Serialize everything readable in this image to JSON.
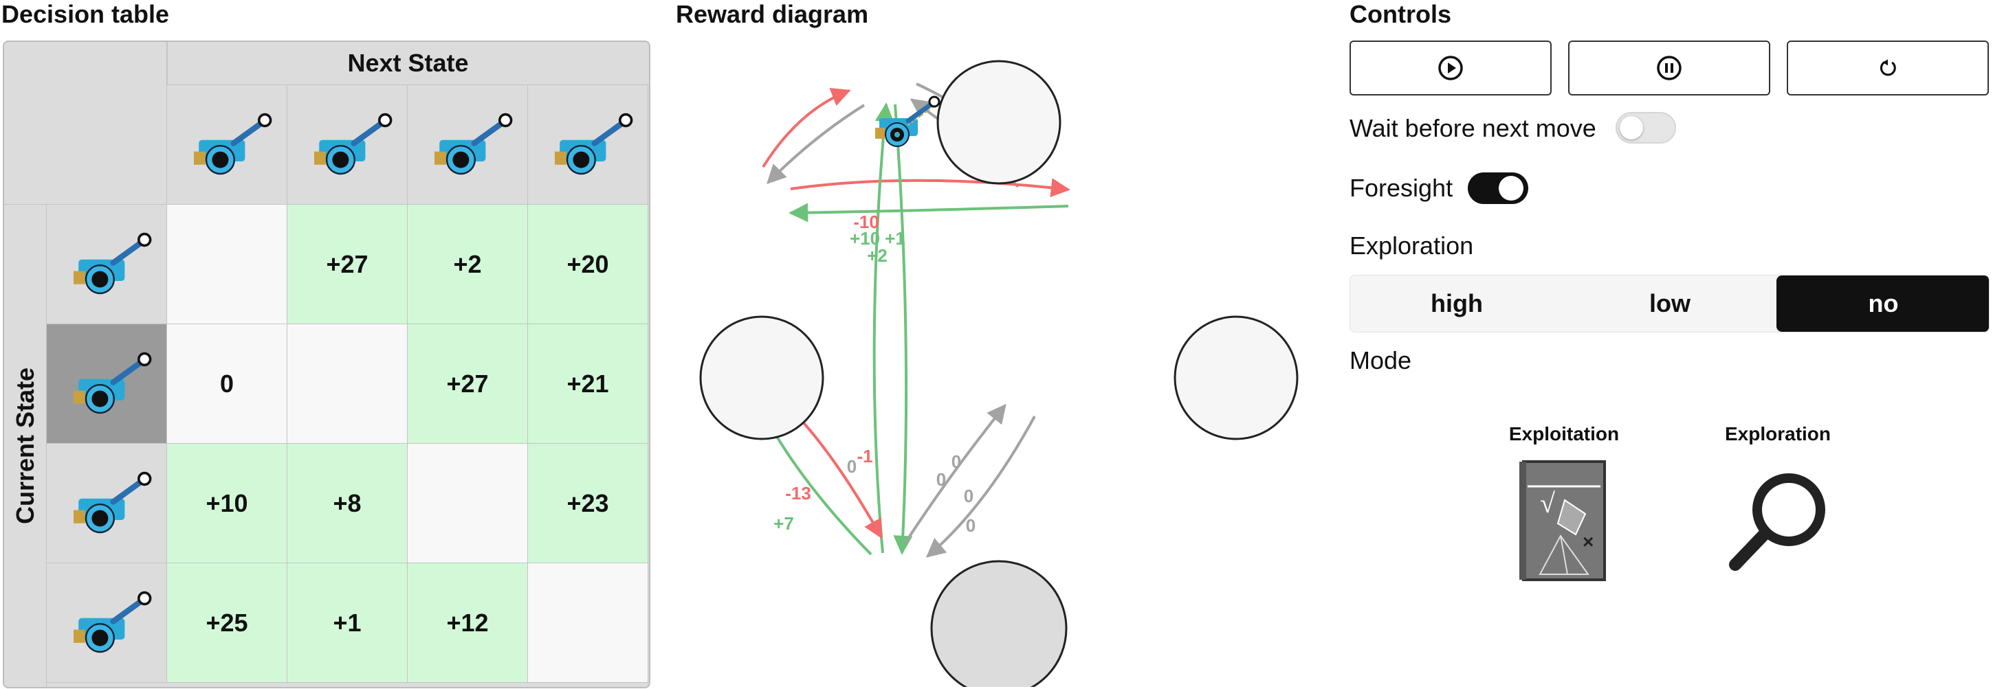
{
  "decision_table": {
    "title": "Decision table",
    "next_state_label": "Next State",
    "current_state_label": "Current State",
    "highlighted_row": 1,
    "rows": [
      [
        "",
        "+27",
        "+2",
        "+20"
      ],
      [
        "0",
        "",
        "+27",
        "+21"
      ],
      [
        "+10",
        "+8",
        "",
        "+23"
      ],
      [
        "+25",
        "+1",
        "+12",
        ""
      ]
    ]
  },
  "reward_diagram": {
    "title": "Reward diagram",
    "edge_labels": {
      "top_left_a": "-1",
      "top_left_b": "0",
      "top_right_a": "0",
      "top_right_b": "0",
      "left_right_a": "-10",
      "left_right_b": "+2",
      "top_bottom_a": "+10",
      "top_bottom_b": "+1",
      "left_bottom_a": "-13",
      "left_bottom_b": "+7",
      "bottom_right_a": "0",
      "bottom_right_b": "0"
    },
    "colors": {
      "positive": "#6cc27a",
      "negative": "#f36b6b",
      "neutral": "#a3a3a3"
    }
  },
  "controls": {
    "title": "Controls",
    "play_icon": "play-icon",
    "pause_icon": "pause-icon",
    "reset_icon": "reset-icon",
    "wait_label": "Wait before next move",
    "wait_on": false,
    "foresight_label": "Foresight",
    "foresight_on": true,
    "exploration_label": "Exploration",
    "exploration_options": [
      "high",
      "low",
      "no"
    ],
    "exploration_selected": "no",
    "mode_label": "Mode",
    "mode_exploitation": "Exploitation",
    "mode_exploration": "Exploration"
  }
}
